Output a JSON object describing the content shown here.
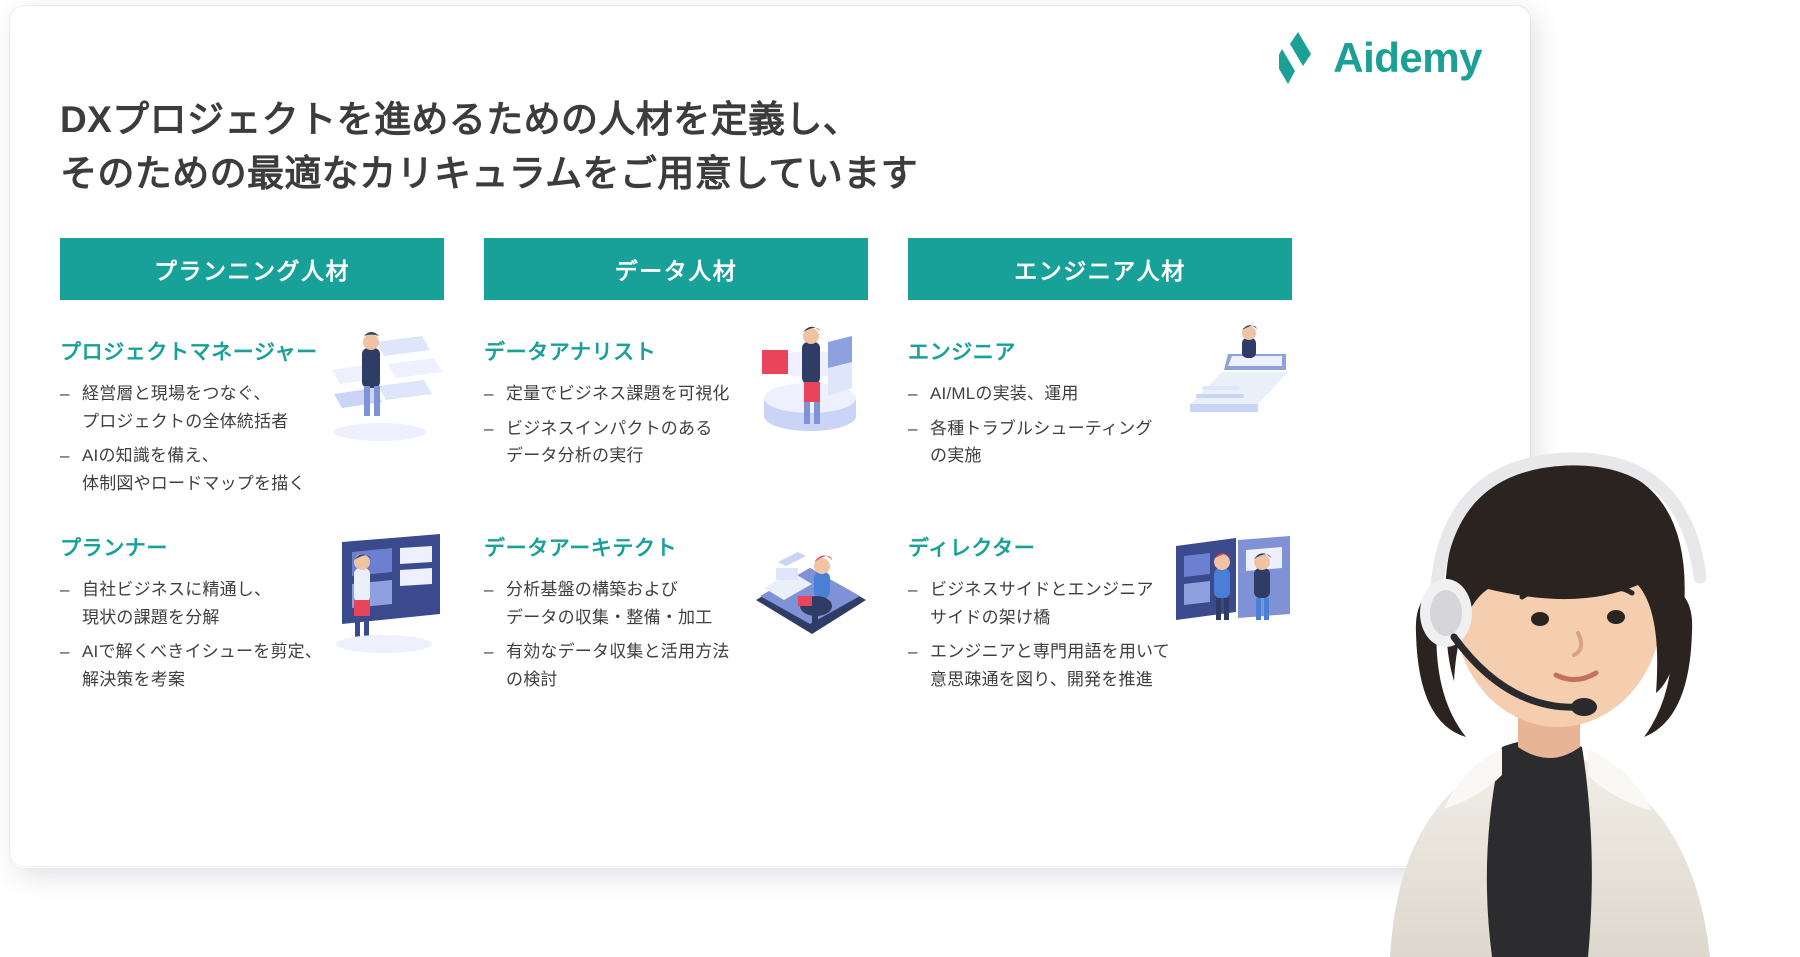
{
  "brand": {
    "logo_text": "Aidemy",
    "accent_color": "#17a198",
    "logo_icon": "aidemy-chevron-mark"
  },
  "headline": "DXプロジェクトを進めるための人材を定義し、\nそのための最適なカリキュラムをご用意しています",
  "columns": [
    {
      "header": "プランニング人材",
      "roles": [
        {
          "title": "プロジェクトマネージャー",
          "illustration": "person-with-boards-illustration",
          "bullets": [
            "経営層と現場をつなぐ、\nプロジェクトの全体統括者",
            "AIの知識を備え、\n体制図やロードマップを描く"
          ]
        },
        {
          "title": "プランナー",
          "illustration": "person-at-screen-illustration",
          "bullets": [
            "自社ビジネスに精通し、\n現状の課題を分解",
            "AIで解くべきイシューを剪定、\n解決策を考案"
          ]
        }
      ]
    },
    {
      "header": "データ人材",
      "roles": [
        {
          "title": "データアナリスト",
          "illustration": "person-with-data-cylinder-illustration",
          "bullets": [
            "定量でビジネス課題を可視化",
            "ビジネスインパクトのある\nデータ分析の実行"
          ]
        },
        {
          "title": "データアーキテクト",
          "illustration": "person-at-desk-illustration",
          "bullets": [
            "分析基盤の構築および\nデータの収集・整備・加工",
            "有効なデータ収集と活用方法\nの検討"
          ]
        }
      ]
    },
    {
      "header": "エンジニア人材",
      "roles": [
        {
          "title": "エンジニア",
          "illustration": "person-on-laptop-illustration",
          "bullets": [
            "AI/MLの実装、運用",
            "各種トラブルシューティング\nの実施"
          ]
        },
        {
          "title": "ディレクター",
          "illustration": "two-people-whiteboard-illustration",
          "bullets": [
            "ビジネスサイドとエンジニア\nサイドの架け橋",
            "エンジニアと専門用語を用いて\n意思疎通を図り、開発を推進"
          ]
        }
      ]
    }
  ],
  "person_photo": {
    "alt": "headset-support-agent-photo"
  },
  "bullet_marker": "–"
}
